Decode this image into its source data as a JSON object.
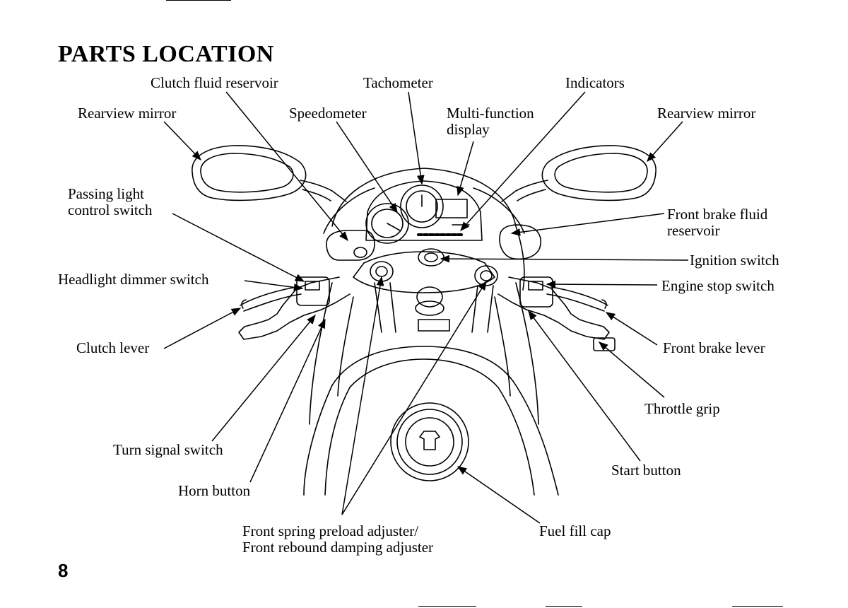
{
  "page": {
    "title": "PARTS LOCATION",
    "page_number": "8"
  },
  "labels": {
    "clutch_fluid_reservoir": "Clutch fluid reservoir",
    "tachometer": "Tachometer",
    "indicators": "Indicators",
    "rearview_mirror_left": "Rearview mirror",
    "speedometer": "Speedometer",
    "multi_function_display": [
      "Multi-function",
      "display"
    ],
    "rearview_mirror_right": "Rearview mirror",
    "passing_light_control_switch": [
      "Passing light",
      "control switch"
    ],
    "front_brake_fluid_reservoir": [
      "Front brake fluid",
      "reservoir"
    ],
    "ignition_switch": "Ignition switch",
    "headlight_dimmer_switch": "Headlight dimmer switch",
    "engine_stop_switch": "Engine stop switch",
    "clutch_lever": "Clutch lever",
    "front_brake_lever": "Front brake lever",
    "throttle_grip": "Throttle grip",
    "turn_signal_switch": "Turn signal switch",
    "start_button": "Start button",
    "horn_button": "Horn button",
    "front_spring_adjuster": [
      "Front spring preload adjuster/",
      "Front rebound damping adjuster"
    ],
    "fuel_fill_cap": "Fuel fill cap"
  }
}
